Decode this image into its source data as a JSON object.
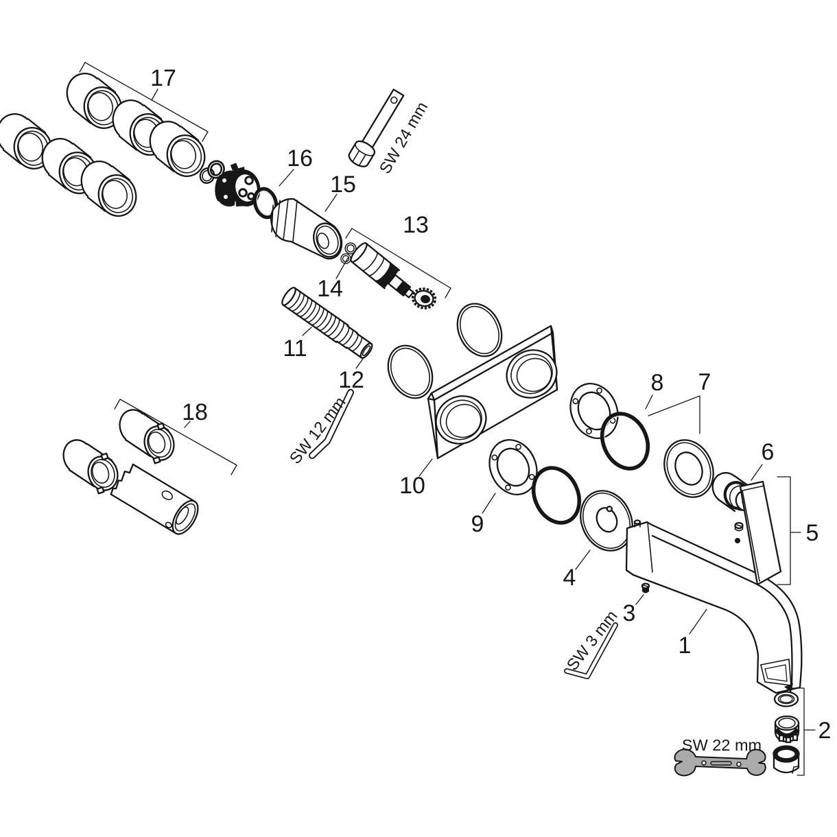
{
  "diagram": {
    "callouts": {
      "c1": "1",
      "c2": "2",
      "c3": "3",
      "c4": "4",
      "c5": "5",
      "c6": "6",
      "c7": "7",
      "c8": "8",
      "c9": "9",
      "c10": "10",
      "c11": "11",
      "c12": "12",
      "c13": "13",
      "c14": "14",
      "c15": "15",
      "c16": "16",
      "c17": "17",
      "c18": "18"
    },
    "tools": {
      "sw24": "SW 24 mm",
      "sw12": "SW 12 mm",
      "sw3": "SW 3 mm",
      "sw22": "SW 22 mm"
    },
    "colors": {
      "line": "#161616",
      "background": "#ffffff",
      "wrench_fill": "#ababab"
    }
  }
}
